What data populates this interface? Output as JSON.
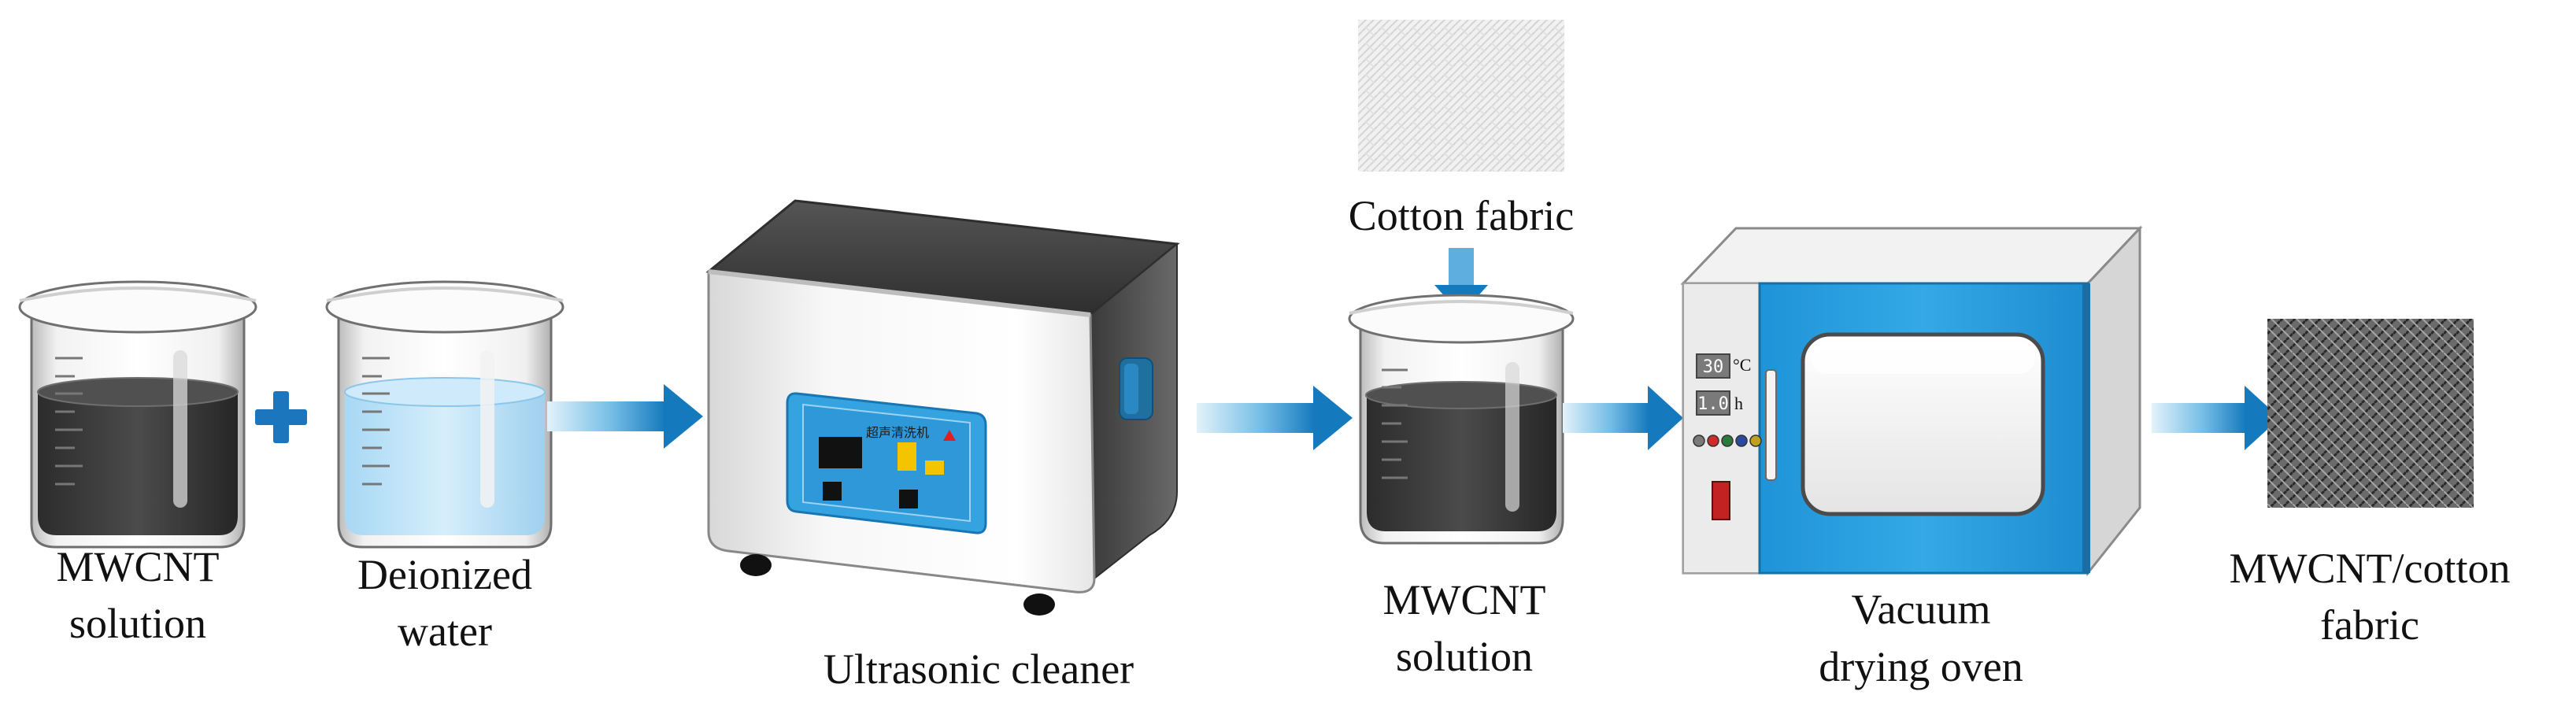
{
  "labels": {
    "mwcnt_solution_1": [
      "MWCNT",
      "solution"
    ],
    "deionized_water": [
      "Deionized",
      "water"
    ],
    "ultrasonic_cleaner": "Ultrasonic cleaner",
    "cotton_fabric": "Cotton fabric",
    "mwcnt_solution_2": [
      "MWCNT",
      "solution"
    ],
    "vacuum_oven": [
      "Vacuum",
      "drying oven"
    ],
    "mwcnt_cotton_fabric": [
      "MWCNT/cotton",
      "fabric"
    ]
  },
  "cleaner_panel": {
    "title": "超声清洗机"
  },
  "oven_display": {
    "temperature": "30",
    "temperature_unit": "°C",
    "time": "1.0",
    "time_unit": "h"
  },
  "colors": {
    "arrow": "#1a82c4",
    "plus": "#1b76bd",
    "oven_door": "#2a9ee0",
    "panel": "#35a3e0",
    "dark_liquid": "#3d3d3d",
    "water": "#bfe3f7"
  }
}
